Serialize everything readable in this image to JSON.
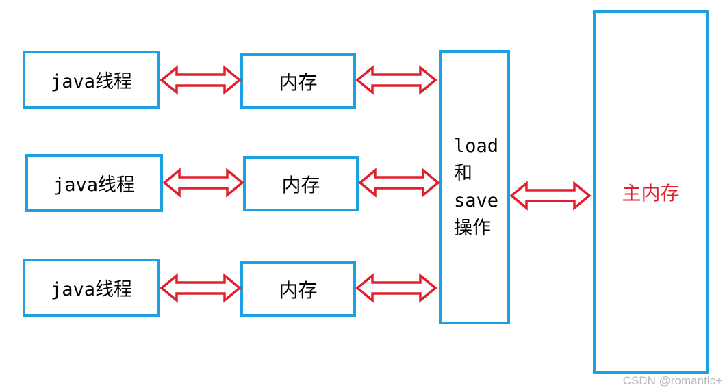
{
  "rows": [
    {
      "thread_label": "java线程",
      "memory_label": "内存"
    },
    {
      "thread_label": "java线程",
      "memory_label": "内存"
    },
    {
      "thread_label": "java线程",
      "memory_label": "内存"
    }
  ],
  "ops_box": {
    "lines": [
      "load",
      "和",
      "save",
      "操作"
    ]
  },
  "main_memory": {
    "label": "主内存"
  },
  "watermark": "CSDN @romantic+",
  "colors": {
    "box_border": "#1ba1e2",
    "arrow_stroke": "#e0202c",
    "arrow_fill": "#ffffff",
    "main_label": "#e0202c",
    "text": "#000000",
    "watermark": "#b8b8b8"
  }
}
